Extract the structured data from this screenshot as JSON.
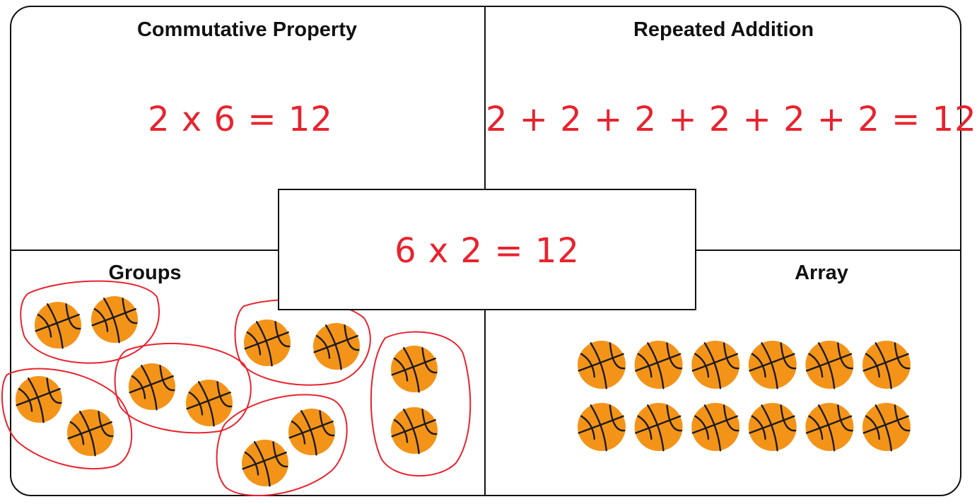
{
  "quadrants": {
    "top_left": {
      "heading": "Commutative Property",
      "equation": "2 x 6 = 12"
    },
    "top_right": {
      "heading": "Repeated Addition",
      "equation": "2 + 2 + 2 + 2 + 2 + 2 = 12"
    },
    "bottom_left": {
      "heading": "Groups",
      "group_count": 6,
      "items_per_group": 2
    },
    "bottom_right": {
      "heading": "Array",
      "rows": 2,
      "columns": 6
    }
  },
  "center": {
    "equation": "6 x 2 = 12"
  },
  "icons": {
    "item": "basketball-icon",
    "group_outline": "group-circle"
  },
  "colors": {
    "equation": "#e8232e",
    "ball": "#f39419",
    "ball_seam": "#1e1a1a",
    "group_outline": "#e8232e"
  }
}
